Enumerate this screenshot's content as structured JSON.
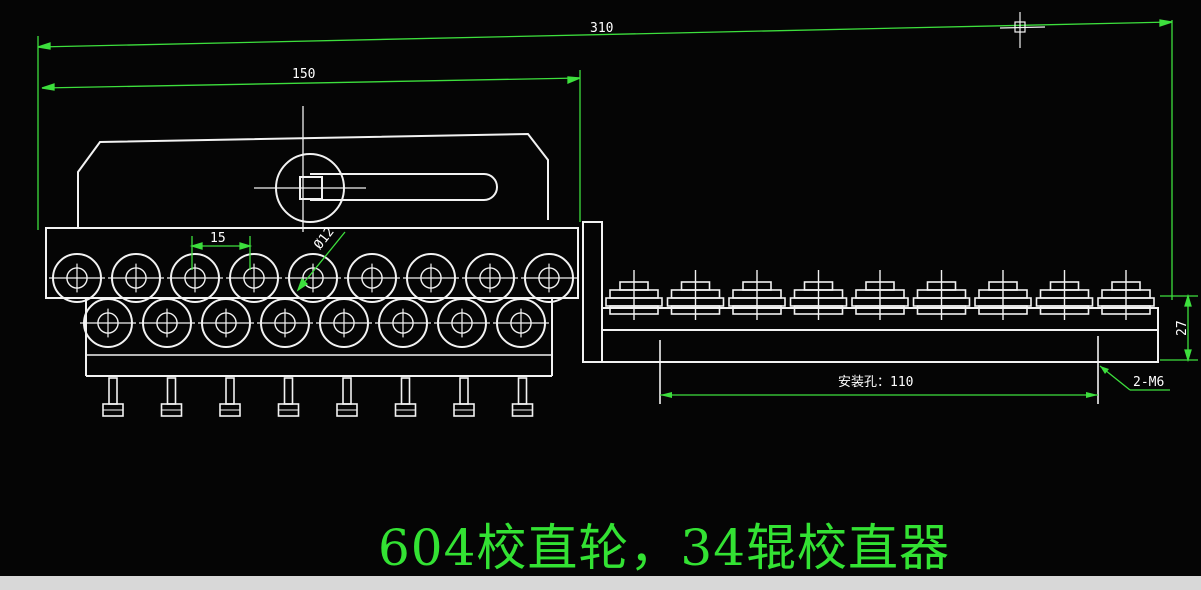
{
  "dimensions": {
    "overall_length": "310",
    "straightener_length": "150",
    "roller_pitch": "15",
    "roller_diameter": "Ø12",
    "height": "27",
    "mounting_holes": "安装孔：110",
    "thread_spec": "2-M6"
  },
  "caption": "604校直轮，34辊校直器",
  "colors": {
    "background": "#050505",
    "drawing_lines": "#f2f2f2",
    "dimension_lines": "#3ddf3d",
    "caption": "#33e233"
  }
}
